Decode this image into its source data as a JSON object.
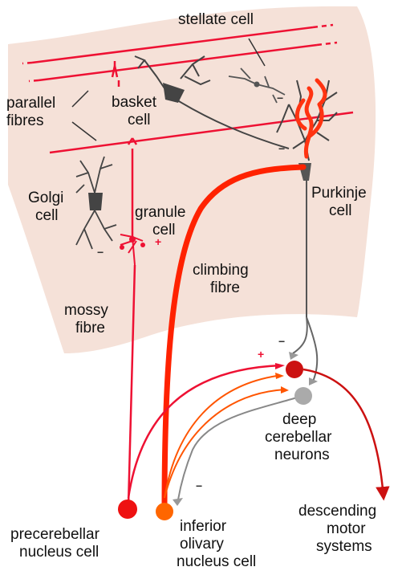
{
  "colors": {
    "background_tissue": "#f5e1d8",
    "excitatory_red": "#ee1133",
    "climbing_fibre": "#ff2200",
    "dark_red": "#cc1111",
    "orange": "#ff5500",
    "gray_neuron": "#555555",
    "light_gray": "#999999"
  },
  "labels": {
    "stellate_cell": "stellate cell",
    "parallel_fibres_line1": "parallel",
    "parallel_fibres_line2": "fibres",
    "basket_cell_line1": "basket",
    "basket_cell_line2": "cell",
    "golgi_cell_line1": "Golgi",
    "golgi_cell_line2": "cell",
    "granule_cell_line1": "granule",
    "granule_cell_line2": "cell",
    "purkinje_cell_line1": "Purkinje",
    "purkinje_cell_line2": "cell",
    "climbing_fibre_line1": "climbing",
    "climbing_fibre_line2": "fibre",
    "mossy_fibre_line1": "mossy",
    "mossy_fibre_line2": "fibre",
    "deep_neurons_line1": "deep",
    "deep_neurons_line2": "cerebellar",
    "deep_neurons_line3": "neurons",
    "descending_line1": "descending",
    "descending_line2": "motor",
    "descending_line3": "systems",
    "precerebellar_line1": "precerebellar",
    "precerebellar_line2": "nucleus cell",
    "olivary_line1": "inferior",
    "olivary_line2": "olivary",
    "olivary_line3": "nucleus cell"
  },
  "signs": {
    "plus": "+",
    "minus": "−"
  }
}
